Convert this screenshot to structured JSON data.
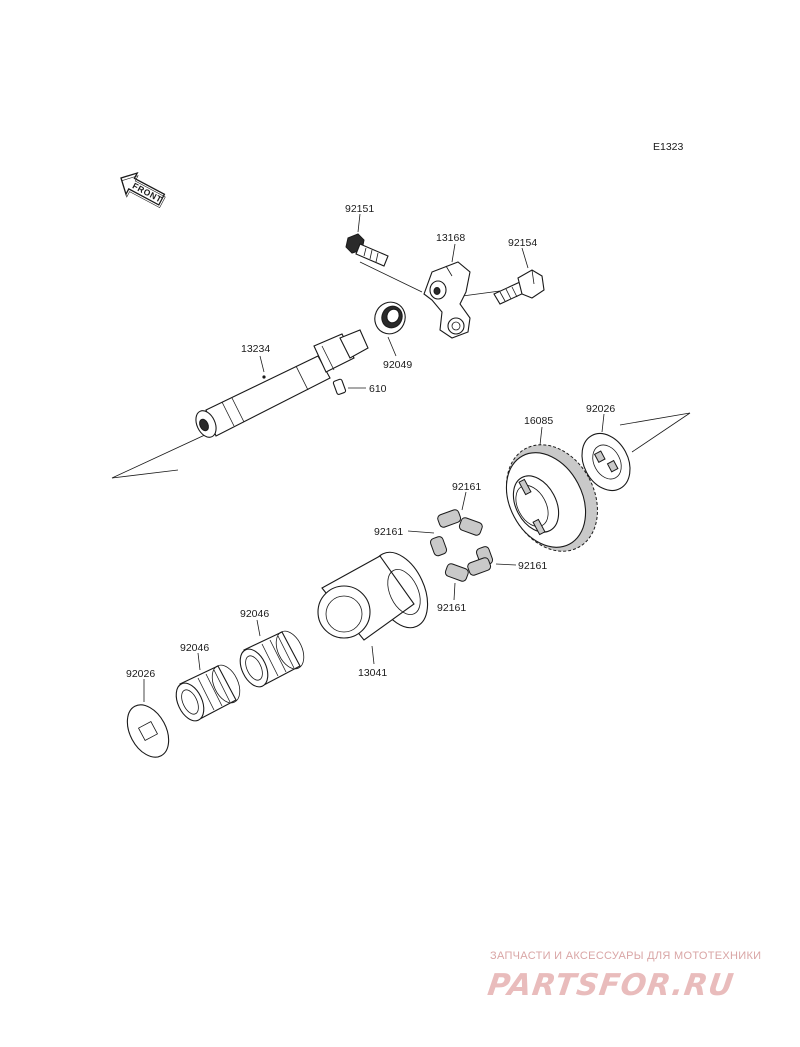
{
  "diagram": {
    "code": "E1323",
    "front_label": "FRONT",
    "parts": {
      "bolt_a": "92151",
      "arm": "13168",
      "bolt_b": "92154",
      "shaft": "13234",
      "bearing_seal": "92049",
      "pin": "610",
      "gear": "16085",
      "washer_right": "92026",
      "damper_top": "92161",
      "damper_left": "92161",
      "damper_right": "92161",
      "damper_bottom": "92161",
      "hub": "13041",
      "needle_bearing_upper": "92046",
      "needle_bearing_lower": "92046",
      "washer_left": "92026"
    }
  },
  "watermark": {
    "tagline": "ЗАПЧАСТИ И АКСЕССУАРЫ ДЛЯ МОТОТЕХНИКИ",
    "logo": "PARTSFOR.RU"
  }
}
